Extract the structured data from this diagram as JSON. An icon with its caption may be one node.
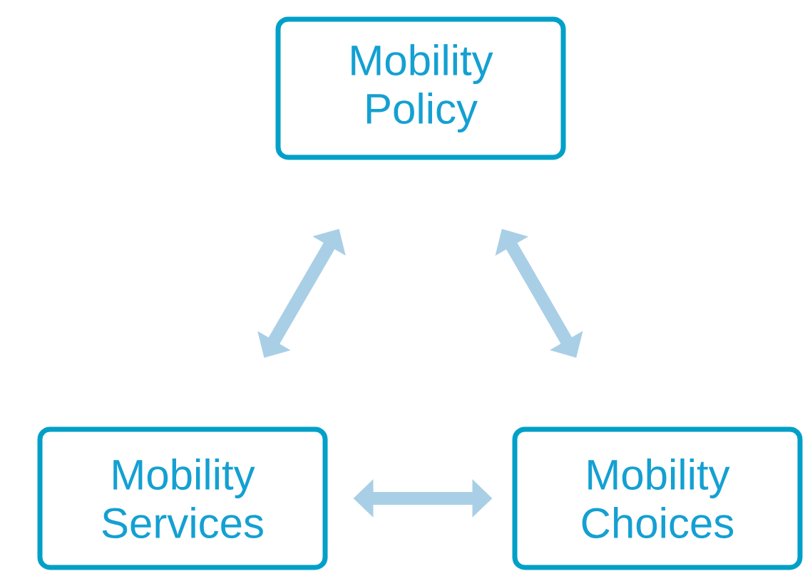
{
  "diagram": {
    "nodes": [
      {
        "text": [
          "Mobility Policy"
        ]
      },
      {
        "text": [
          "Mobility Services"
        ]
      },
      {
        "text": [
          "Mobility Choices"
        ]
      }
    ],
    "edges": [
      {
        "from": 0,
        "to": 1,
        "arrow": "both"
      },
      {
        "from": 0,
        "to": 2,
        "arrow": "both"
      },
      {
        "from": 1,
        "to": 2,
        "arrow": "both"
      }
    ]
  }
}
